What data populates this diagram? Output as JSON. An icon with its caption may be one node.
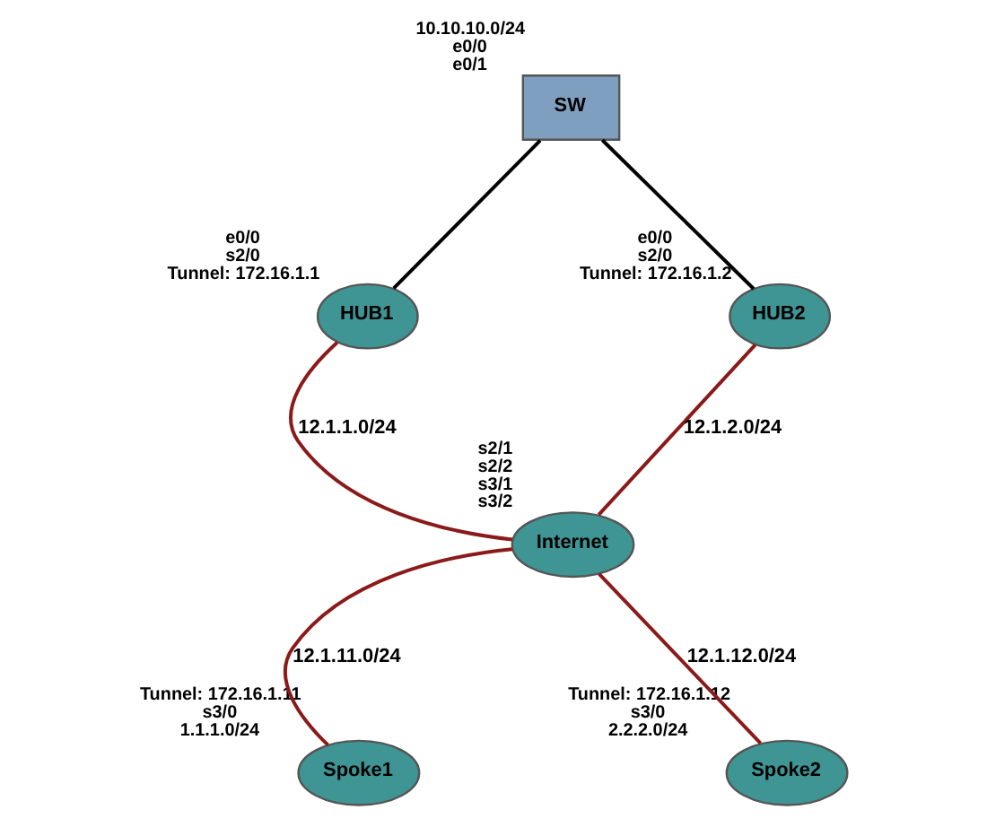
{
  "diagram": {
    "nodes": [
      {
        "text": [
          "SW"
        ],
        "beside": [
          "10.10.10.0/24",
          "e0/0",
          "e0/1"
        ]
      },
      {
        "text": [
          "HUB1"
        ],
        "beside": [
          "e0/0",
          "s2/0",
          "Tunnel: 172.16.1.1"
        ]
      },
      {
        "text": [
          "HUB2"
        ],
        "beside": [
          "e0/0",
          "s2/0",
          "Tunnel: 172.16.1.2"
        ]
      },
      {
        "text": [
          "Internet"
        ],
        "beside": [
          "s2/1",
          "s2/2",
          "s3/1",
          "s3/2"
        ]
      },
      {
        "text": [
          "Spoke1"
        ],
        "beside": [
          "Tunnel: 172.16.1.11",
          "s3/0",
          "1.1.1.0/24"
        ]
      },
      {
        "text": [
          "Spoke2"
        ],
        "beside": [
          "Tunnel: 172.16.1.12",
          "s3/0",
          "2.2.2.0/24"
        ]
      }
    ],
    "edges": [
      {
        "from": 1,
        "to": 0,
        "arrow": "none",
        "color": "#000000"
      },
      {
        "from": 0,
        "to": 2,
        "arrow": "none",
        "color": "#000000"
      },
      {
        "from": 1,
        "to": 3,
        "arrow": "none",
        "label": "12.1.1.0/24"
      },
      {
        "from": 2,
        "to": 3,
        "arrow": "none",
        "label": "12.1.2.0/24"
      },
      {
        "from": 3,
        "to": 4,
        "arrow": "none",
        "label": "12.1.11.0/24"
      },
      {
        "from": 3,
        "to": 5,
        "arrow": "none",
        "label": "12.1.12.0/24"
      }
    ]
  }
}
